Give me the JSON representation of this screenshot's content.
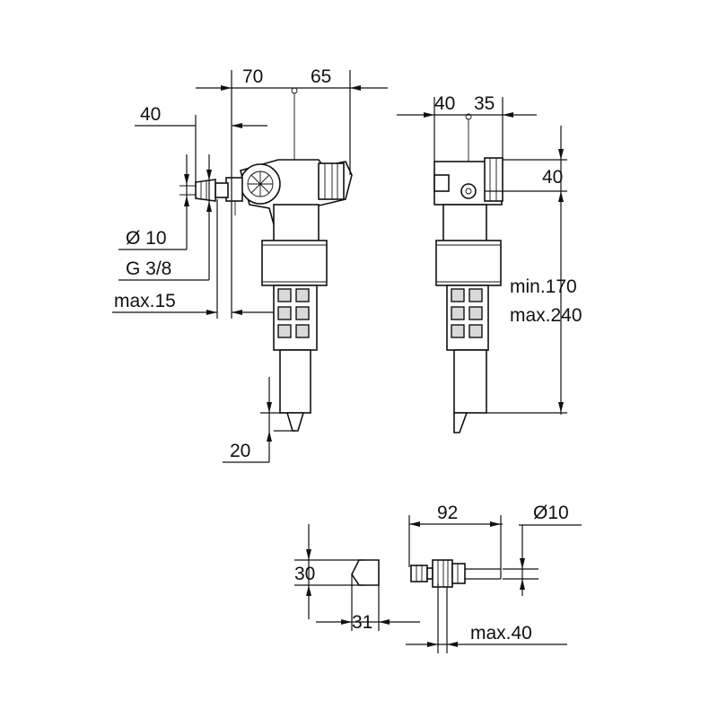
{
  "colors": {
    "line": "#111111",
    "background": "#ffffff",
    "shade": "#d9d9d9"
  },
  "front_view": {
    "dim_70": "70",
    "dim_65": "65",
    "dim_40_top": "40",
    "dim_diameter_10": "Ø 10",
    "dim_thread": "G 3/8",
    "dim_max_15": "max.15",
    "dim_20": "20"
  },
  "side_view": {
    "dim_40": "40",
    "dim_35": "35",
    "dim_40_right": "40",
    "dim_min": "min.170",
    "dim_max": "max.240"
  },
  "detail_view": {
    "dim_92": "92",
    "dim_diameter_10": "Ø10",
    "dim_30": "30",
    "dim_31": "31",
    "dim_max_40": "max.40"
  }
}
